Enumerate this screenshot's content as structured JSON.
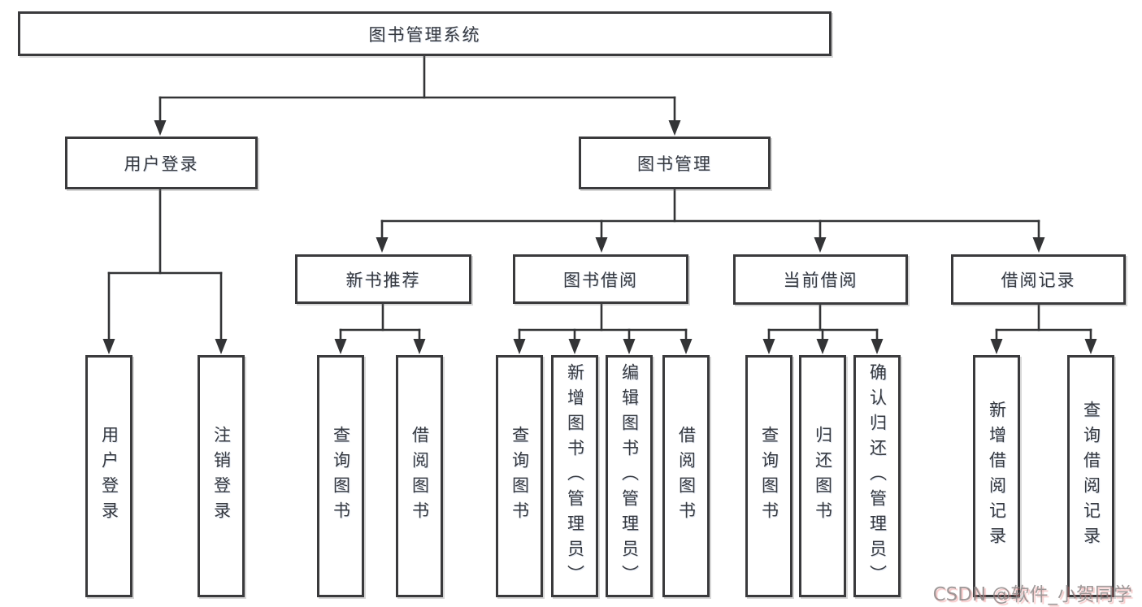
{
  "tree": {
    "root": {
      "label": "图书管理系统"
    },
    "level2": [
      {
        "label": "用户登录"
      },
      {
        "label": "图书管理"
      }
    ],
    "level3": [
      {
        "label": "新书推荐",
        "parent": "图书管理"
      },
      {
        "label": "图书借阅",
        "parent": "图书管理"
      },
      {
        "label": "当前借阅",
        "parent": "图书管理"
      },
      {
        "label": "借阅记录",
        "parent": "图书管理"
      }
    ],
    "leaves": [
      {
        "label": "用户登录",
        "parent": "用户登录"
      },
      {
        "label": "注销登录",
        "parent": "用户登录"
      },
      {
        "label": "查询图书",
        "parent": "新书推荐"
      },
      {
        "label": "借阅图书",
        "parent": "新书推荐"
      },
      {
        "label": "查询图书",
        "parent": "图书借阅"
      },
      {
        "label": "新增图书（管理员）",
        "parent": "图书借阅"
      },
      {
        "label": "编辑图书（管理员）",
        "parent": "图书借阅"
      },
      {
        "label": "借阅图书",
        "parent": "图书借阅"
      },
      {
        "label": "查询图书",
        "parent": "当前借阅"
      },
      {
        "label": "归还图书",
        "parent": "当前借阅"
      },
      {
        "label": "确认归还（管理员）",
        "parent": "当前借阅"
      },
      {
        "label": "新增借阅记录",
        "parent": "借阅记录"
      },
      {
        "label": "查询借阅记录",
        "parent": "借阅记录"
      }
    ]
  },
  "watermark": "CSDN @软件_小贺同学",
  "colors": {
    "line": "#333436",
    "box_border": "#3a3a3c",
    "text": "#36393f",
    "watermark_gray": "#8a8484",
    "watermark_red_tint": "#ec7878",
    "background": "#ffffff"
  }
}
